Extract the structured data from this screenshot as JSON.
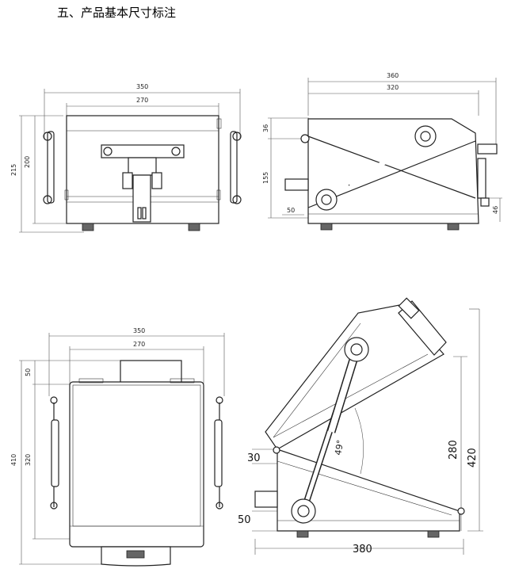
{
  "title": "五、产品基本尺寸标注",
  "front_view": {
    "width_outer": "350",
    "width_inner": "270",
    "height_outer": "215",
    "height_inner": "200"
  },
  "side_view": {
    "width_outer": "360",
    "width_inner": "320",
    "height_upper": "36",
    "height_lower": "155",
    "offset_bottom": "50",
    "foot_height": "46"
  },
  "top_view": {
    "width_outer": "350",
    "width_inner": "270",
    "depth_outer": "410",
    "depth_inner": "320",
    "top_offset": "50"
  },
  "open_view": {
    "angle": "49°",
    "height_total": "420",
    "height_hinge": "280",
    "dim_30": "30",
    "dim_50": "50",
    "length": "380"
  }
}
